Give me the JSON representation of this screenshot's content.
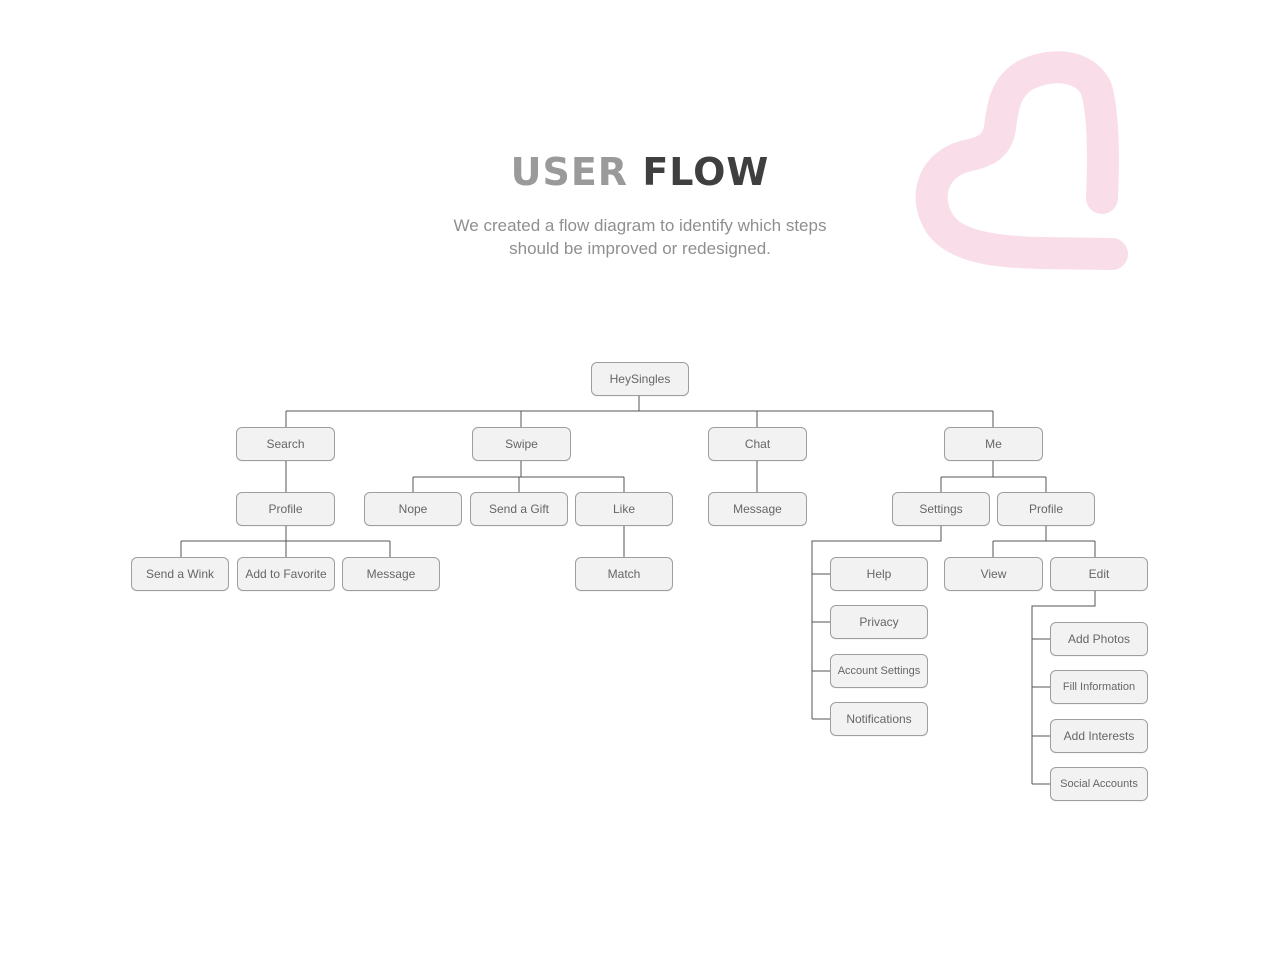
{
  "header": {
    "title_part1": "USER",
    "title_part2": "FLOW",
    "subtitle_line1": "We created a flow diagram to identify which steps",
    "subtitle_line2": "should be improved or redesigned."
  },
  "colors": {
    "heart": "#f9dde9",
    "edge": "#555555",
    "node_bg": "#f2f2f2",
    "node_border": "#9e9e9e",
    "node_text": "#666666"
  },
  "icons": {
    "decoration": "heart-icon"
  },
  "flow": {
    "root": "HeySingles",
    "search": "Search",
    "search_profile": "Profile",
    "send_wink": "Send a Wink",
    "add_to_favorite": "Add to Favorite",
    "search_message": "Message",
    "swipe": "Swipe",
    "nope": "Nope",
    "send_gift": "Send a Gift",
    "like": "Like",
    "match": "Match",
    "chat": "Chat",
    "chat_message": "Message",
    "me": "Me",
    "settings": "Settings",
    "me_profile": "Profile",
    "help": "Help",
    "privacy": "Privacy",
    "account_settings": "Account Settings",
    "notifications": "Notifications",
    "view": "View",
    "edit": "Edit",
    "add_photos": "Add Photos",
    "fill_information": "Fill Information",
    "add_interests": "Add Interests",
    "social_accounts": "Social Accounts"
  }
}
